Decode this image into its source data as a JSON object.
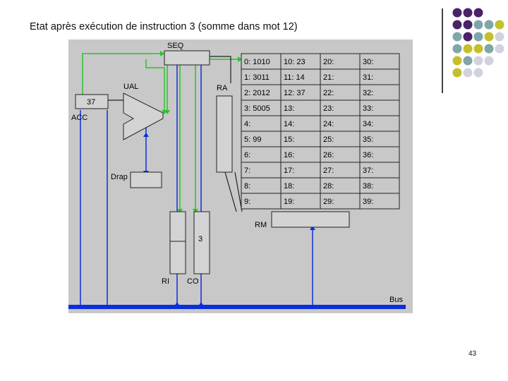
{
  "slide": {
    "title": "Etat après exécution de instruction 3 (somme dans mot 12)",
    "page_number": "43"
  },
  "decor": {
    "dot_colors": {
      "purple": "#4b2167",
      "teal": "#7fa6a8",
      "olive": "#c3c02b",
      "light": "#d2d2df"
    }
  },
  "diagram": {
    "colors": {
      "background": "#c8c8c8",
      "bus": "#0a2fdc",
      "control": "#2ac32a",
      "box": "#d3d3d3",
      "border": "#222222"
    },
    "labels": {
      "seq": "SEQ",
      "ual": "UAL",
      "ra": "RA",
      "acc": "ACC",
      "acc_value": "37",
      "drap": "Drap",
      "rm": "RM",
      "ri": "RI",
      "co": "CO",
      "co_value": "3",
      "bus": "Bus"
    },
    "memory": [
      [
        "0: 1010",
        "10: 23",
        "20:",
        "30:"
      ],
      [
        "1: 3011",
        "11: 14",
        "21:",
        "31:"
      ],
      [
        "2: 2012",
        "12: 37",
        "22:",
        "32:"
      ],
      [
        "3: 5005",
        "13:",
        "23:",
        "33:"
      ],
      [
        "4:",
        "14:",
        "24:",
        "34:"
      ],
      [
        "5: 99",
        "15:",
        "25:",
        "35:"
      ],
      [
        "6:",
        "16:",
        "26:",
        "36:"
      ],
      [
        "7:",
        "17:",
        "27:",
        "37:"
      ],
      [
        "8:",
        "18:",
        "28:",
        "38:"
      ],
      [
        "9:",
        "19:",
        "29:",
        "39:"
      ]
    ]
  }
}
